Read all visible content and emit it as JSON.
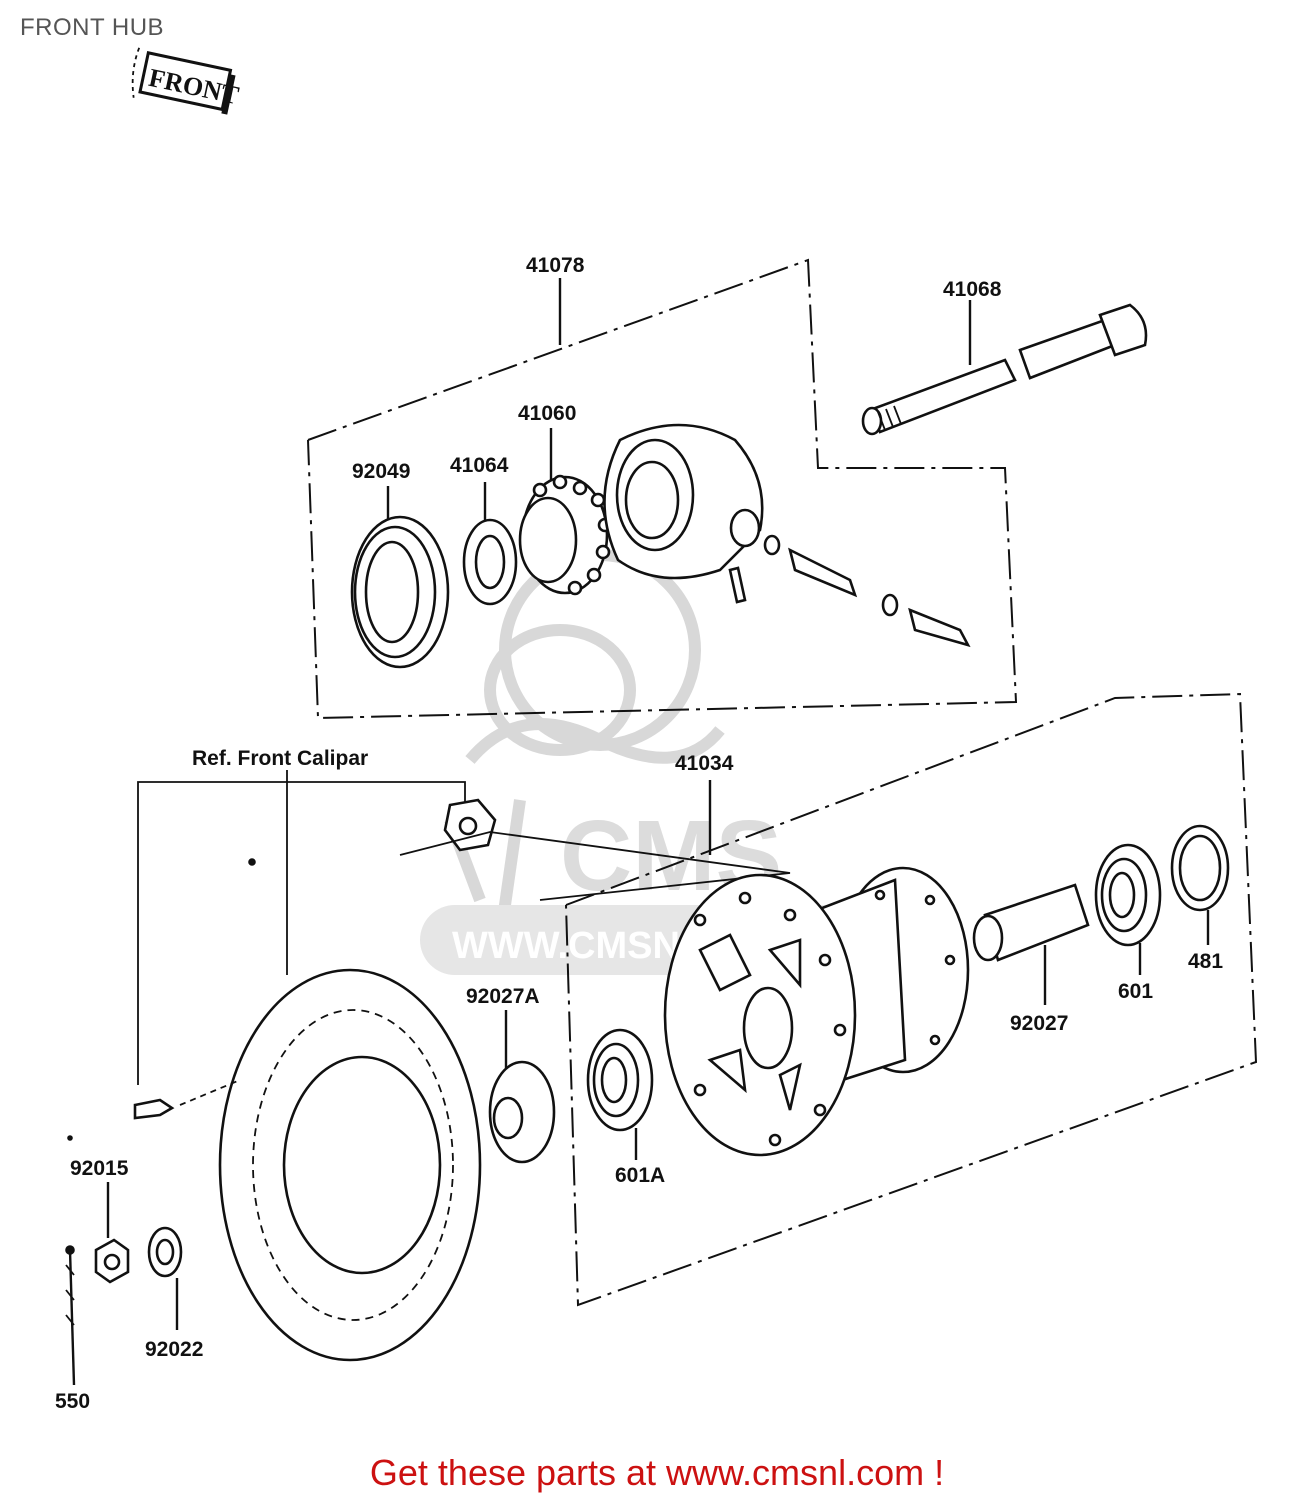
{
  "page": {
    "title": "FRONT HUB",
    "footer": "Get these parts at www.cmsnl.com !"
  },
  "badge": {
    "text": "FRONT"
  },
  "watermark": {
    "text": "WWW.CMSNL.COM",
    "logo": "CMS"
  },
  "labels": {
    "p41078": "41078",
    "p41068": "41068",
    "p41060": "41060",
    "p92049": "92049",
    "p41064": "41064",
    "ref_caliper": "Ref. Front Calipar",
    "p41034": "41034",
    "p92027A": "92027A",
    "p601A": "601A",
    "p92027": "92027",
    "p601": "601",
    "p481": "481",
    "p92015": "92015",
    "p92022": "92022",
    "p550": "550"
  },
  "colors": {
    "footer": "#cc1111",
    "title": "#555555",
    "ink": "#111111",
    "watermark": "#d8d8d8"
  }
}
